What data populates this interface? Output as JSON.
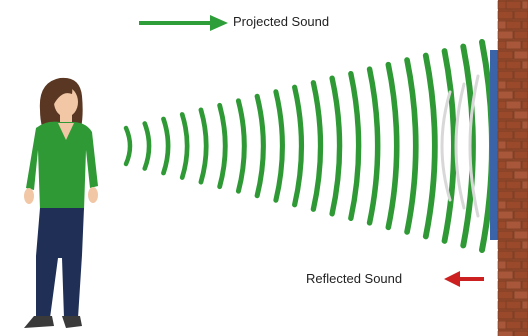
{
  "legend": {
    "projected_label": "Projected Sound",
    "reflected_label": "Reflected Sound"
  },
  "colors": {
    "projected_arrow": "#2e9e3a",
    "reflected_arrow": "#cc1f1f",
    "wave_outgoing": "#2f9a35",
    "wave_reflected": "#d8d8d8",
    "shirt": "#2f9a35",
    "jeans": "#1f2f55",
    "hair": "#5a3722",
    "skin": "#f1c7a6",
    "brick": "#9a4a2a",
    "brick_mortar": "#6e3a24",
    "wall_face": "#3a63a8"
  },
  "icons": {
    "person": "person-icon",
    "wall": "brick-wall-icon"
  },
  "waves": {
    "outgoing_count": 20,
    "reflected_count": 3
  }
}
